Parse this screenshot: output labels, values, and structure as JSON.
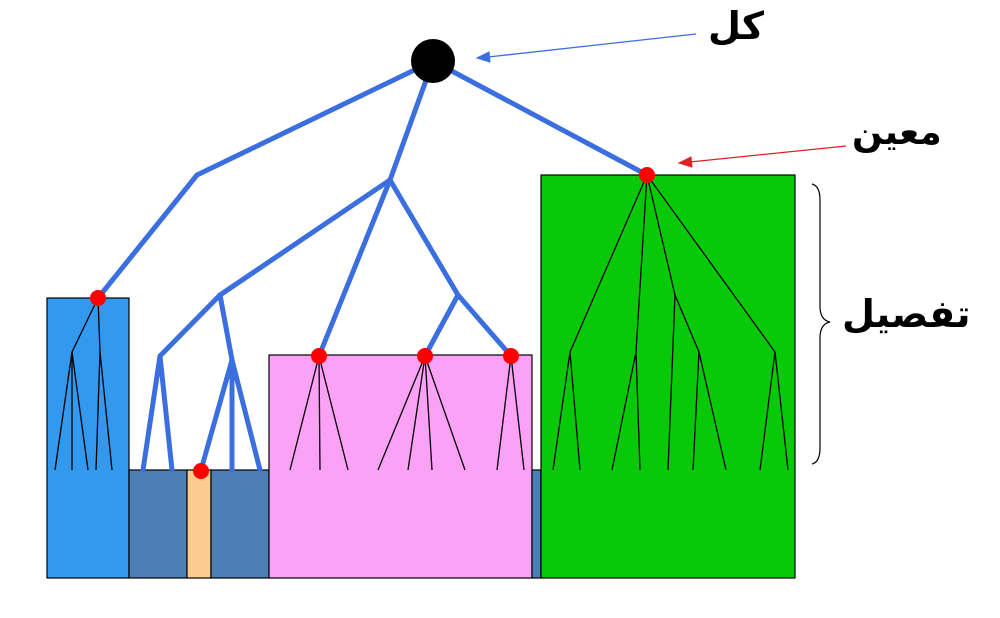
{
  "labels": {
    "whole": "كل",
    "specific": "معين",
    "detail": "تفصيل"
  },
  "colors": {
    "branch": "#3b6fe0",
    "twig": "#000000",
    "root": "#000000",
    "node": "#ff0000",
    "blue_box": "#3399ee",
    "steel_box": "#4e7fb4",
    "peach_box": "#fccb8f",
    "pink_box": "#fca2f6",
    "green_box": "#07c907",
    "arrow_whole": "#3b6fe0",
    "arrow_specific": "#dd2222"
  }
}
